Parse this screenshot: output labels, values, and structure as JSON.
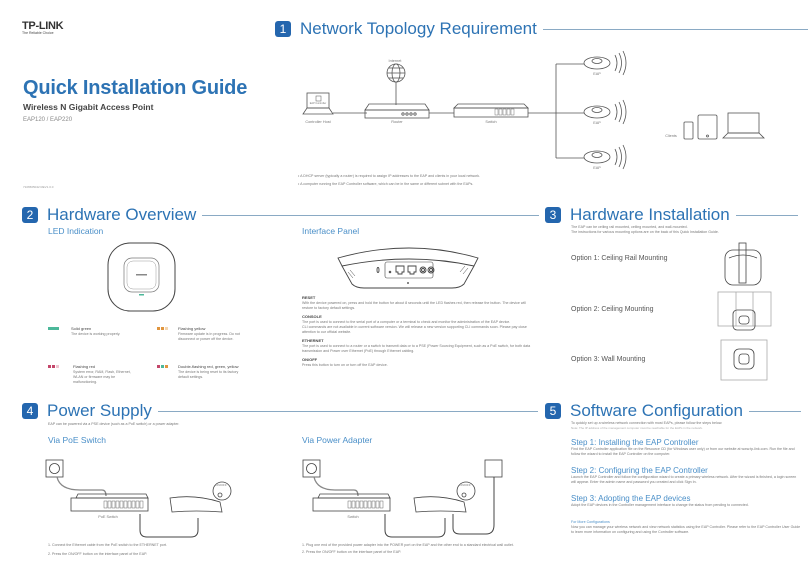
{
  "cover": {
    "brand": "TP-LINK",
    "tagline": "The Reliable Choice",
    "title": "Quick Installation Guide",
    "subtitle": "Wireless N Gigabit Access Point",
    "models": "EAP120 / EAP220",
    "doc_number": "7106505042 REV1.0.0"
  },
  "colors": {
    "brand_blue": "#2d73b4",
    "badge_blue": "#2466ae",
    "rule": "#8aaac4",
    "led_green": "#4cb89a",
    "led_red": "#c4466a",
    "led_yellow": "#e0953e"
  },
  "sections": {
    "s1": {
      "num": "1",
      "title": "Network Topology Requirement",
      "labels": {
        "internet": "Internet",
        "controller": "EAP Controller",
        "controller_host": "Controller Host",
        "router": "Router",
        "switch": "Switch",
        "eap1": "EAP",
        "eap2": "EAP",
        "eap3": "EAP",
        "clients": "Clients"
      },
      "bullets": [
        "A DHCP server (typically a router) is required to assign IP addresses to the EAP and clients in your local network.",
        "A computer running the EAP Controller software, which can be in the same or different subnet with the EAPs."
      ]
    },
    "s2": {
      "num": "2",
      "title": "Hardware Overview",
      "led_heading": "LED Indication",
      "leds": [
        {
          "state": "Solid green",
          "desc": "The device is working properly."
        },
        {
          "state": "Flashing yellow",
          "desc": "Firmware update is in progress. Do not disconnect or power off the device."
        },
        {
          "state": "Flashing red",
          "desc": "System error, RAM, Flash, Ethernet, WLAN or firmware may be malfunctioning."
        },
        {
          "state": "Double-flashing red, green, yellow",
          "desc": "The device is being reset to its factory default settings."
        }
      ],
      "panel_heading": "Interface Panel",
      "port_labels": [
        "RESET",
        "CONSOLE",
        "ETHERNET",
        "ON/OFF",
        "POWER"
      ],
      "items": [
        {
          "name": "RESET",
          "desc": "With the device powered on, press and hold the button for about 8 seconds until the LED flashes red, then release the button. The device will restore to factory default settings."
        },
        {
          "name": "CONSOLE",
          "desc": "The port is used to connect to the serial port of a computer or a terminal to check and monitor the administration of the EAP device.",
          "desc2": "CLI commands are not available in current software version. We will release a new version supporting CLI commands soon. Please pay close attention to our official website."
        },
        {
          "name": "ETHERNET",
          "desc": "The port is used to connect to a router or a switch to transmit data or to a PSE (Power Sourcing Equipment, such as a PoE switch, for both data transmission and Power over Ethernet (PoE) through Ethernet cabling."
        },
        {
          "name": "ON/OFF",
          "desc": "Press this button to turn on or turn off the EAP device."
        }
      ]
    },
    "s3": {
      "num": "3",
      "title": "Hardware Installation",
      "intro1": "The EAP can be ceiling rail mounted, ceiling mounted, and wall-mounted.",
      "intro2": "The instructions for various mounting options are on the back of this Quick Installation Guide.",
      "options": [
        "Option 1:  Ceiling Rail Mounting",
        "Option 2:  Ceiling Mounting",
        "Option 3:  Wall Mounting"
      ]
    },
    "s4": {
      "num": "4",
      "title": "Power Supply",
      "intro": "EAP can be powered via a PSE device (such as a PoE switch) or a power adapter.",
      "poe": {
        "heading": "Via PoE Switch",
        "switch_label": "PoE Switch",
        "onoff_label": "ON/OFF",
        "steps": [
          "1. Connect the Ethernet cable from the PoE switch to the ETHERNET port.",
          "2. Press the ON/OFF button on the interface panel of the EAP."
        ]
      },
      "adapter": {
        "heading": "Via Power Adapter",
        "switch_label": "Switch",
        "onoff_label": "ON/OFF",
        "steps": [
          "1. Plug one end of the provided power adapter into the POWER port on the EAP and the other end to a standard electrical wall outlet.",
          "2. Press the ON/OFF button on the interface panel of the EAP."
        ]
      }
    },
    "s5": {
      "num": "5",
      "title": "Software Configuration",
      "intro": "To quickly set up a wireless network connection with most EAPs, please follow the steps below.",
      "note": "Note: The IP address of the management computer must be reachable for the EAPs in the network.",
      "steps": [
        {
          "title": "Step 1: Installing the EAP Controller",
          "desc": "Find the EAP Controller application file on the Resource CD (for Windows user only) or from our website at www.tp-link.com. Run the file and follow the wizard to install the EAP Controller on the computer."
        },
        {
          "title": "Step 2: Configuring the EAP Controller",
          "desc": "Launch the EAP Controller and follow the configuration wizard to create a primary wireless network. After the wizard is finished, a login screen will appear. Enter the admin name and password you created and click Sign In."
        },
        {
          "title": "Step 3: Adopting the EAP devices",
          "desc": "Adopt the EAP devices in the Controller management interface to change the status from pending to connected."
        }
      ],
      "more_heading": "For More Configurations",
      "more_desc": "Now you can manage your wireless network and view network statistics using the EAP Controller. Please refer to the EAP Controller User Guide to learn more information on configuring and using the Controller software."
    }
  }
}
